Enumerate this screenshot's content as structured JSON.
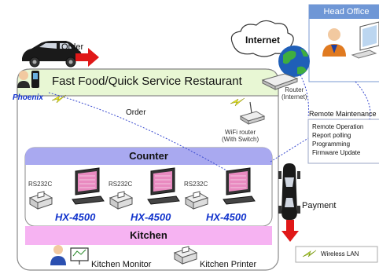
{
  "labels": {
    "order_top": "Order",
    "restaurant_title": "Fast Food/Quick Service Restaurant",
    "phoenix": "Phoenix",
    "order_mid": "Order",
    "internet": "Internet",
    "router": "Router\n(Internet)",
    "wifi_router": "WiFi router\n(With Switch)",
    "head_office": "Head Office",
    "remote_maintenance": "Remote Maintenance",
    "counter": "Counter",
    "kitchen": "Kitchen",
    "payment": "Payment",
    "wireless_lan": "Wireless LAN",
    "kitchen_monitor": "Kitchen Monitor",
    "kitchen_printer": "Kitchen Printer"
  },
  "remote_items": [
    "Remote Operation",
    "Report polling",
    "Programming",
    "Firmware Update"
  ],
  "terminals": [
    {
      "model": "HX-4500",
      "port": "RS232C"
    },
    {
      "model": "HX-4500",
      "port": "RS232C"
    },
    {
      "model": "HX-4500",
      "port": "RS232C"
    }
  ],
  "colors": {
    "restaurant_fill": "#e8f7d4",
    "counter_fill": "#a9a9f0",
    "kitchen_fill": "#f6b3f2",
    "head_office_header": "#6f97d6",
    "arrow_red": "#e01818",
    "model_blue": "#1133cc"
  }
}
